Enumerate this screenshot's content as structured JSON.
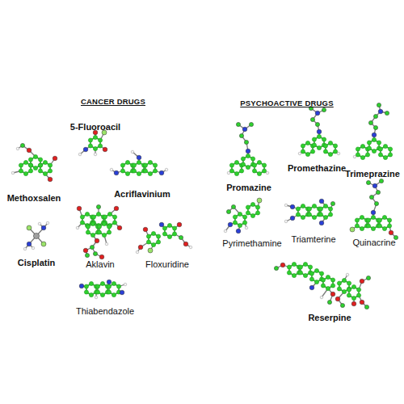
{
  "diagram": {
    "labels": [
      "CANCER DRUGS",
      "PSYCHOACTIVE DRUGS",
      "5-Fluoroacil",
      "Methoxsalen",
      "Acriflavinium",
      "Cisplatin",
      "Aklavin",
      "Floxuridine",
      "Thiabendazole",
      "Promazine",
      "Promethazine",
      "Trimeprazine",
      "Pyrimethamine",
      "Triamterine",
      "Quinacrine",
      "Reserpine"
    ]
  }
}
